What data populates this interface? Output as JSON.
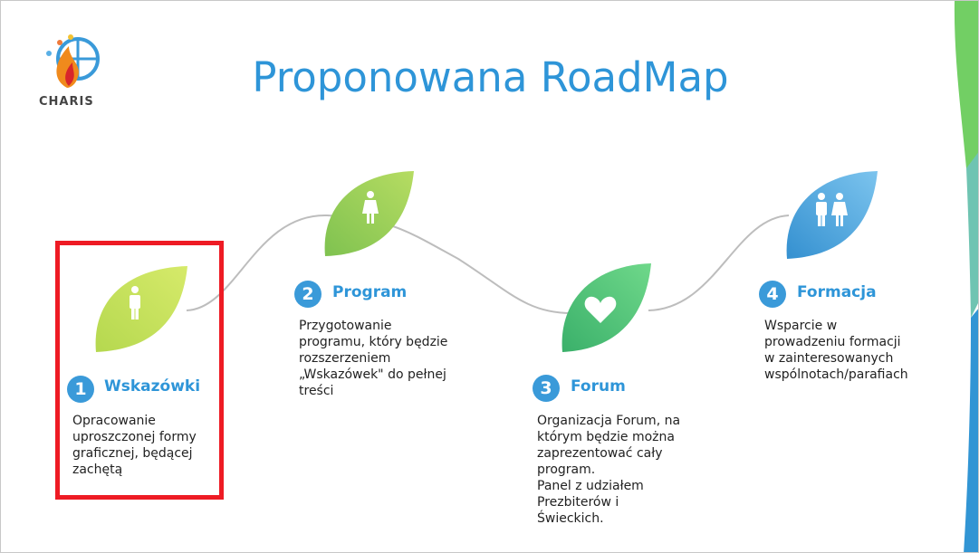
{
  "logo": {
    "text": "CHARIS"
  },
  "title": "Proponowana RoadMap",
  "steps": [
    {
      "number": "1",
      "label": "Wskazówki",
      "icon": "person-icon",
      "lines": [
        "Opracowanie",
        "uproszczonej formy",
        "graficznej, będącej",
        "zachętą"
      ],
      "color": "#c3e05a"
    },
    {
      "number": "2",
      "label": "Program",
      "icon": "woman-icon",
      "lines": [
        "Przygotowanie",
        "programu, który będzie",
        "rozszerzeniem",
        "„Wskazówek\" do pełnej",
        "treści"
      ],
      "color": "#90cc55"
    },
    {
      "number": "3",
      "label": "Forum",
      "icon": "heart-icon",
      "lines": [
        "Organizacja Forum, na",
        "którym będzie można",
        "zaprezentować cały",
        "program.",
        "Panel z udziałem",
        "Prezbiterów i",
        "Świeckich."
      ],
      "color": "#48c070"
    },
    {
      "number": "4",
      "label": "Formacja",
      "icon": "couple-icon",
      "lines": [
        "Wsparcie w",
        "prowadzeniu formacji",
        "w zainteresowanych",
        "wspólnotach/parafiach"
      ],
      "color": "#4ea8e2"
    }
  ],
  "highlight_color": "#ee1b24"
}
